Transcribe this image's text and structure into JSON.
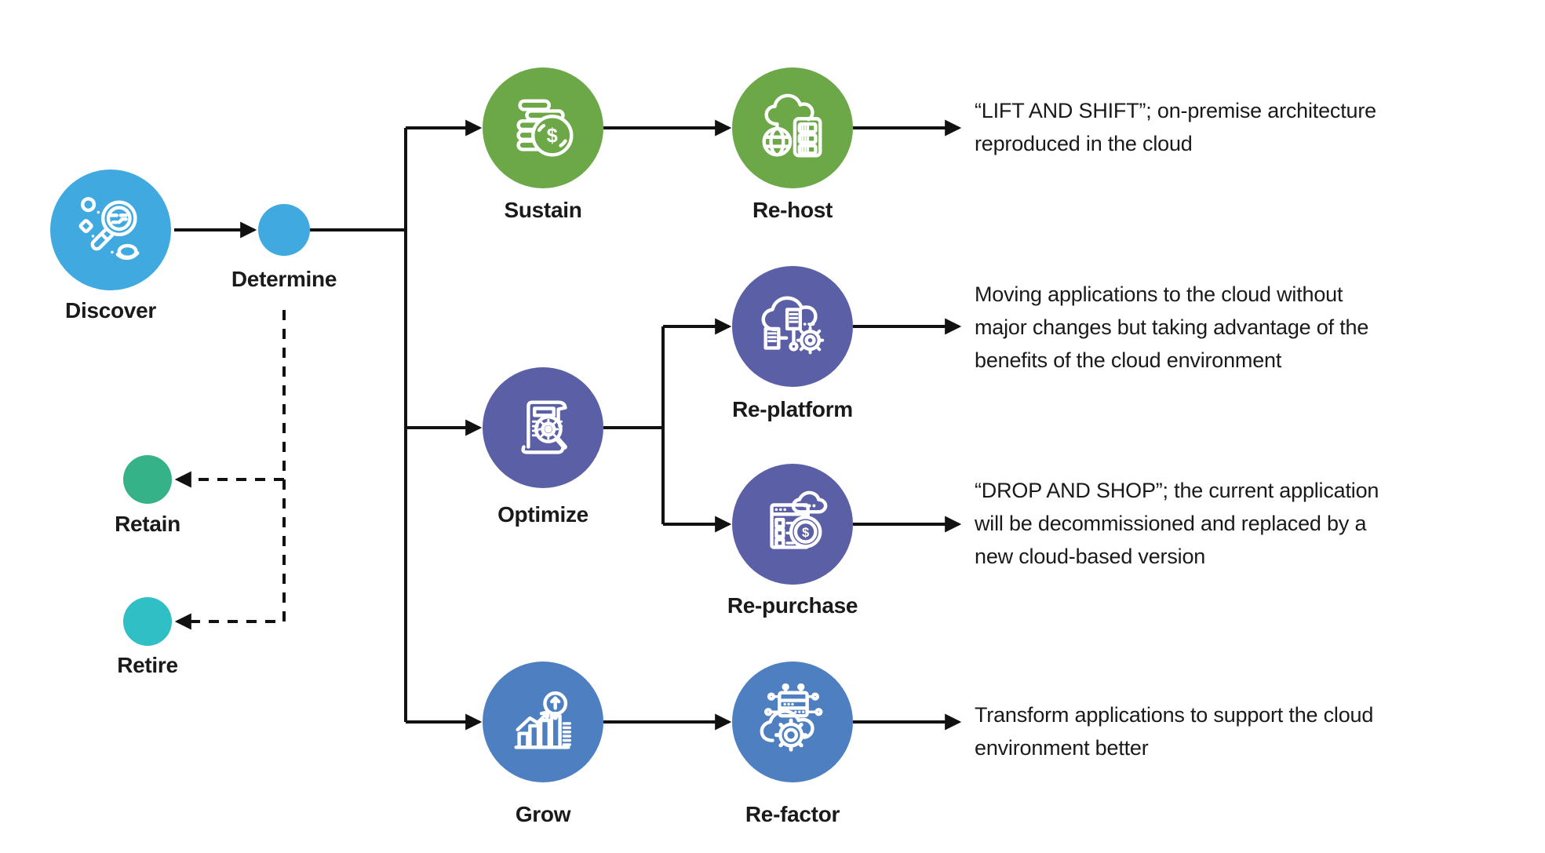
{
  "palette": {
    "discover_blue": "#3FA9E0",
    "green": "#6CA848",
    "purple": "#5B5FA6",
    "blue": "#4D7FC1",
    "retain_green": "#35B287",
    "retire_teal": "#2FBFC4",
    "line": "#111111",
    "text": "#1A1A1A"
  },
  "icons": {
    "dollar": "$"
  },
  "nodes": {
    "discover": {
      "label": "Discover"
    },
    "determine": {
      "label": "Determine"
    },
    "sustain": {
      "label": "Sustain"
    },
    "rehost": {
      "label": "Re-host"
    },
    "optimize": {
      "label": "Optimize"
    },
    "replatform": {
      "label": "Re-platform"
    },
    "repurchase": {
      "label": "Re-purchase"
    },
    "grow": {
      "label": "Grow"
    },
    "refactor": {
      "label": "Re-factor"
    },
    "retain": {
      "label": "Retain"
    },
    "retire": {
      "label": "Retire"
    }
  },
  "descriptions": {
    "rehost": "“LIFT AND SHIFT”; on-premise architecture\nreproduced in the cloud",
    "replatform": "Moving applications to the cloud without\nmajor changes but taking advantage of the\nbenefits of the cloud environment",
    "repurchase": "“DROP AND SHOP”; the current application\nwill be decommissioned and replaced by a\nnew cloud-based version",
    "refactor": "Transform applications to support the cloud\nenvironment better"
  }
}
